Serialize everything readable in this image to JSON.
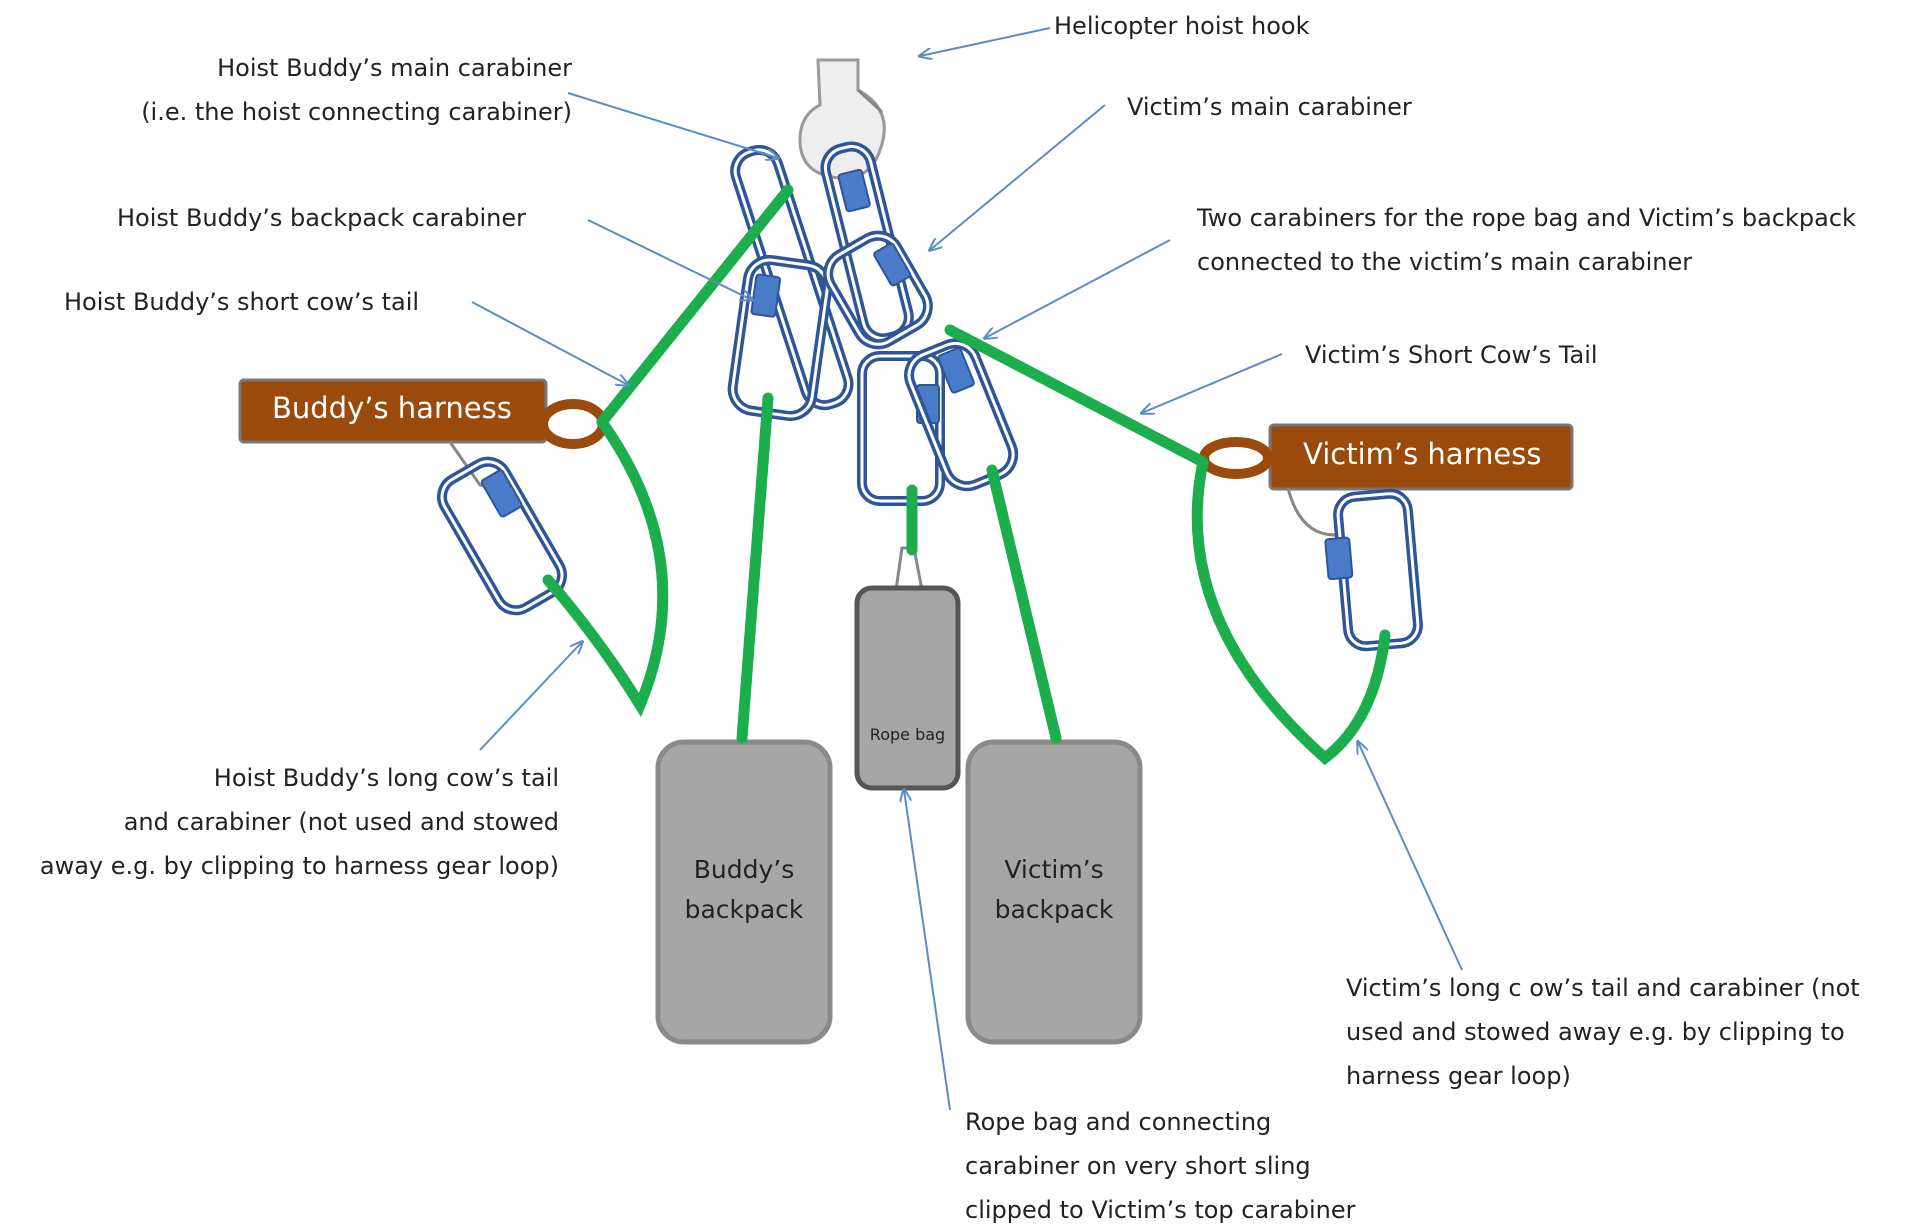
{
  "labels": {
    "helicopter_hook": "Helicopter hoist hook",
    "buddy_main_line1": "Hoist Buddy’s main carabiner",
    "buddy_main_line2": "(i.e. the hoist connecting carabiner)",
    "victim_main": "Victim’s main carabiner",
    "buddy_backpack_carabiner": "Hoist Buddy’s backpack carabiner",
    "two_carabiners_line1": "Two carabiners for the rope bag and Victim’s backpack",
    "two_carabiners_line2": "connected to the victim’s main carabiner",
    "buddy_short_tail": "Hoist Buddy’s short cow’s tail",
    "victim_short_tail": "Victim’s Short Cow’s Tail",
    "buddy_long_line1": "Hoist Buddy’s long cow’s tail",
    "buddy_long_line2": "and carabiner (not used and stowed",
    "buddy_long_line3": "away e.g.   by clipping to harness gear loop)",
    "victim_long_line1": "Victim’s long c ow’s tail and carabiner (not",
    "victim_long_line2": "used and stowed  away e.g.  by clipping to",
    "victim_long_line3": "harness gear loop)",
    "rope_bag_note_line1": "Rope bag and connecting",
    "rope_bag_note_line2": "carabiner on very short sling",
    "rope_bag_note_line3": "clipped to Victim’s top carabiner"
  },
  "objects": {
    "buddy_harness": "Buddy’s harness",
    "victim_harness": "Victim’s harness",
    "rope_bag": "Rope bag",
    "buddy_backpack_line1": "Buddy’s",
    "buddy_backpack_line2": "backpack",
    "victim_backpack_line1": "Victim’s",
    "victim_backpack_line2": "backpack"
  },
  "colors": {
    "rope": "#1cae4c",
    "carabiner": "#2e5597",
    "gate": "#4a7bc8",
    "harness": "#9a4a0a",
    "bag": "#a6a6a6",
    "arrow": "#5b8bc8"
  }
}
